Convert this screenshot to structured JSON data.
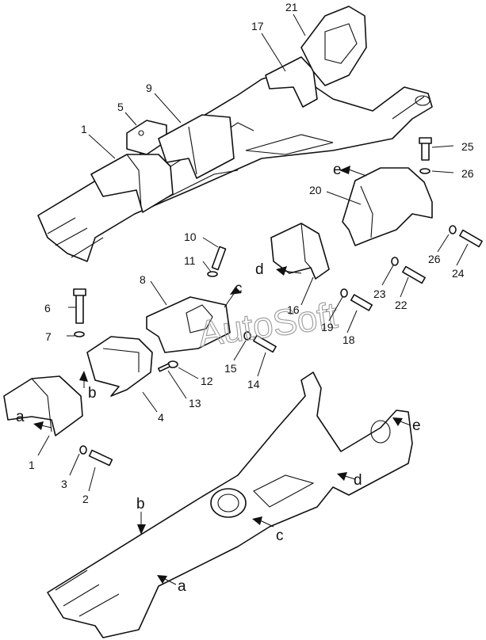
{
  "watermark": "AutoSoft",
  "callouts": {
    "n1_top": "1",
    "n2": "2",
    "n3": "3",
    "n4": "4",
    "n5": "5",
    "n6": "6",
    "n7": "7",
    "n8": "8",
    "n9": "9",
    "n10": "10",
    "n11": "11",
    "n12": "12",
    "n13": "13",
    "n14": "14",
    "n15": "15",
    "n16": "16",
    "n17": "17",
    "n18": "18",
    "n19": "19",
    "n20": "20",
    "n21": "21",
    "n22": "22",
    "n23": "23",
    "n24": "24",
    "n25": "25",
    "n26_top": "26",
    "n26_low": "26",
    "n1_low": "1"
  },
  "letters": {
    "a_upper": "a",
    "b_upper": "b",
    "c_upper": "c",
    "d_upper": "d",
    "e_upper": "e",
    "a_lower": "a",
    "b_lower": "b",
    "c_lower": "c",
    "d_lower": "d",
    "e_lower": "e"
  }
}
